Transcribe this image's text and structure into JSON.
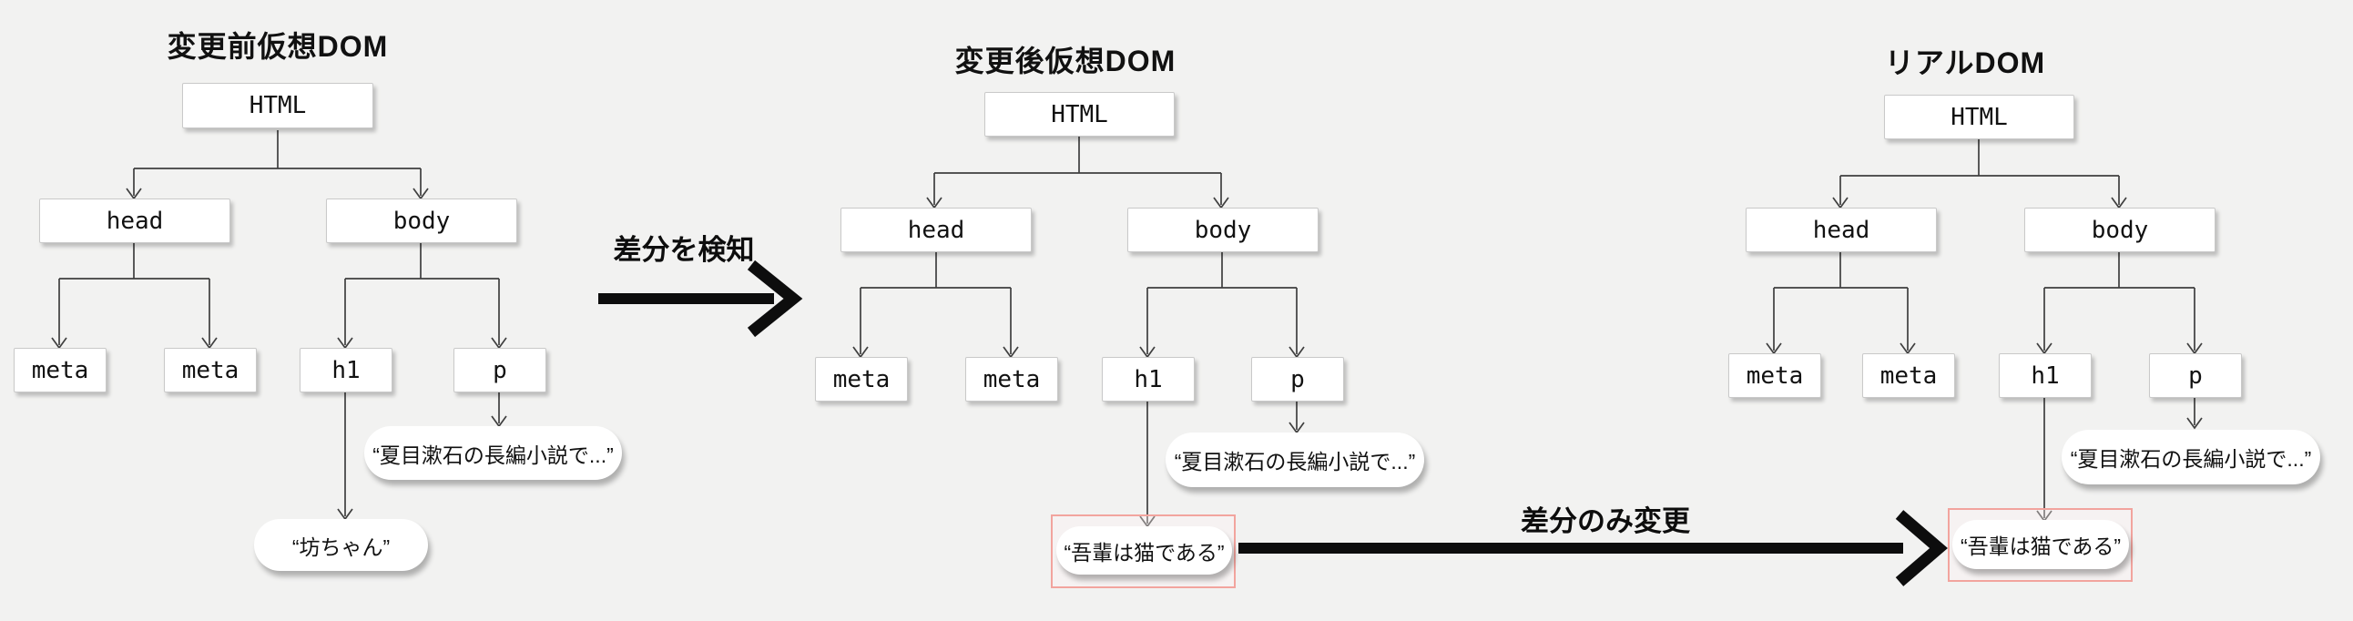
{
  "diagram_title": "Virtual DOM diffing diagram",
  "colors": {
    "background": "#f2f2f1",
    "node_fill": "#ffffff",
    "node_border": "#c9c9c9",
    "connector_line": "#3f3f3f",
    "big_arrow": "#0d0d0d",
    "highlight_red": "#f2a49e"
  },
  "trees": [
    {
      "title": "変更前仮想DOM",
      "nodes": {
        "root": "HTML",
        "head": "head",
        "body": "body",
        "meta1": "meta",
        "meta2": "meta",
        "h1": "h1",
        "p": "p"
      },
      "leaves": {
        "p_text": "“夏目漱石の長編小説で...”",
        "h1_text": "“坊ちゃん”"
      },
      "h1_leaf_highlighted": false
    },
    {
      "title": "変更後仮想DOM",
      "nodes": {
        "root": "HTML",
        "head": "head",
        "body": "body",
        "meta1": "meta",
        "meta2": "meta",
        "h1": "h1",
        "p": "p"
      },
      "leaves": {
        "p_text": "“夏目漱石の長編小説で...”",
        "h1_text": "“吾輩は猫である”"
      },
      "h1_leaf_highlighted": true
    },
    {
      "title": "リアルDOM",
      "nodes": {
        "root": "HTML",
        "head": "head",
        "body": "body",
        "meta1": "meta",
        "meta2": "meta",
        "h1": "h1",
        "p": "p"
      },
      "leaves": {
        "p_text": "“夏目漱石の長編小説で...”",
        "h1_text": "“吾輩は猫である”"
      },
      "h1_leaf_highlighted": true
    }
  ],
  "arrows": [
    {
      "label": "差分を検知"
    },
    {
      "label": "差分のみ変更"
    }
  ]
}
